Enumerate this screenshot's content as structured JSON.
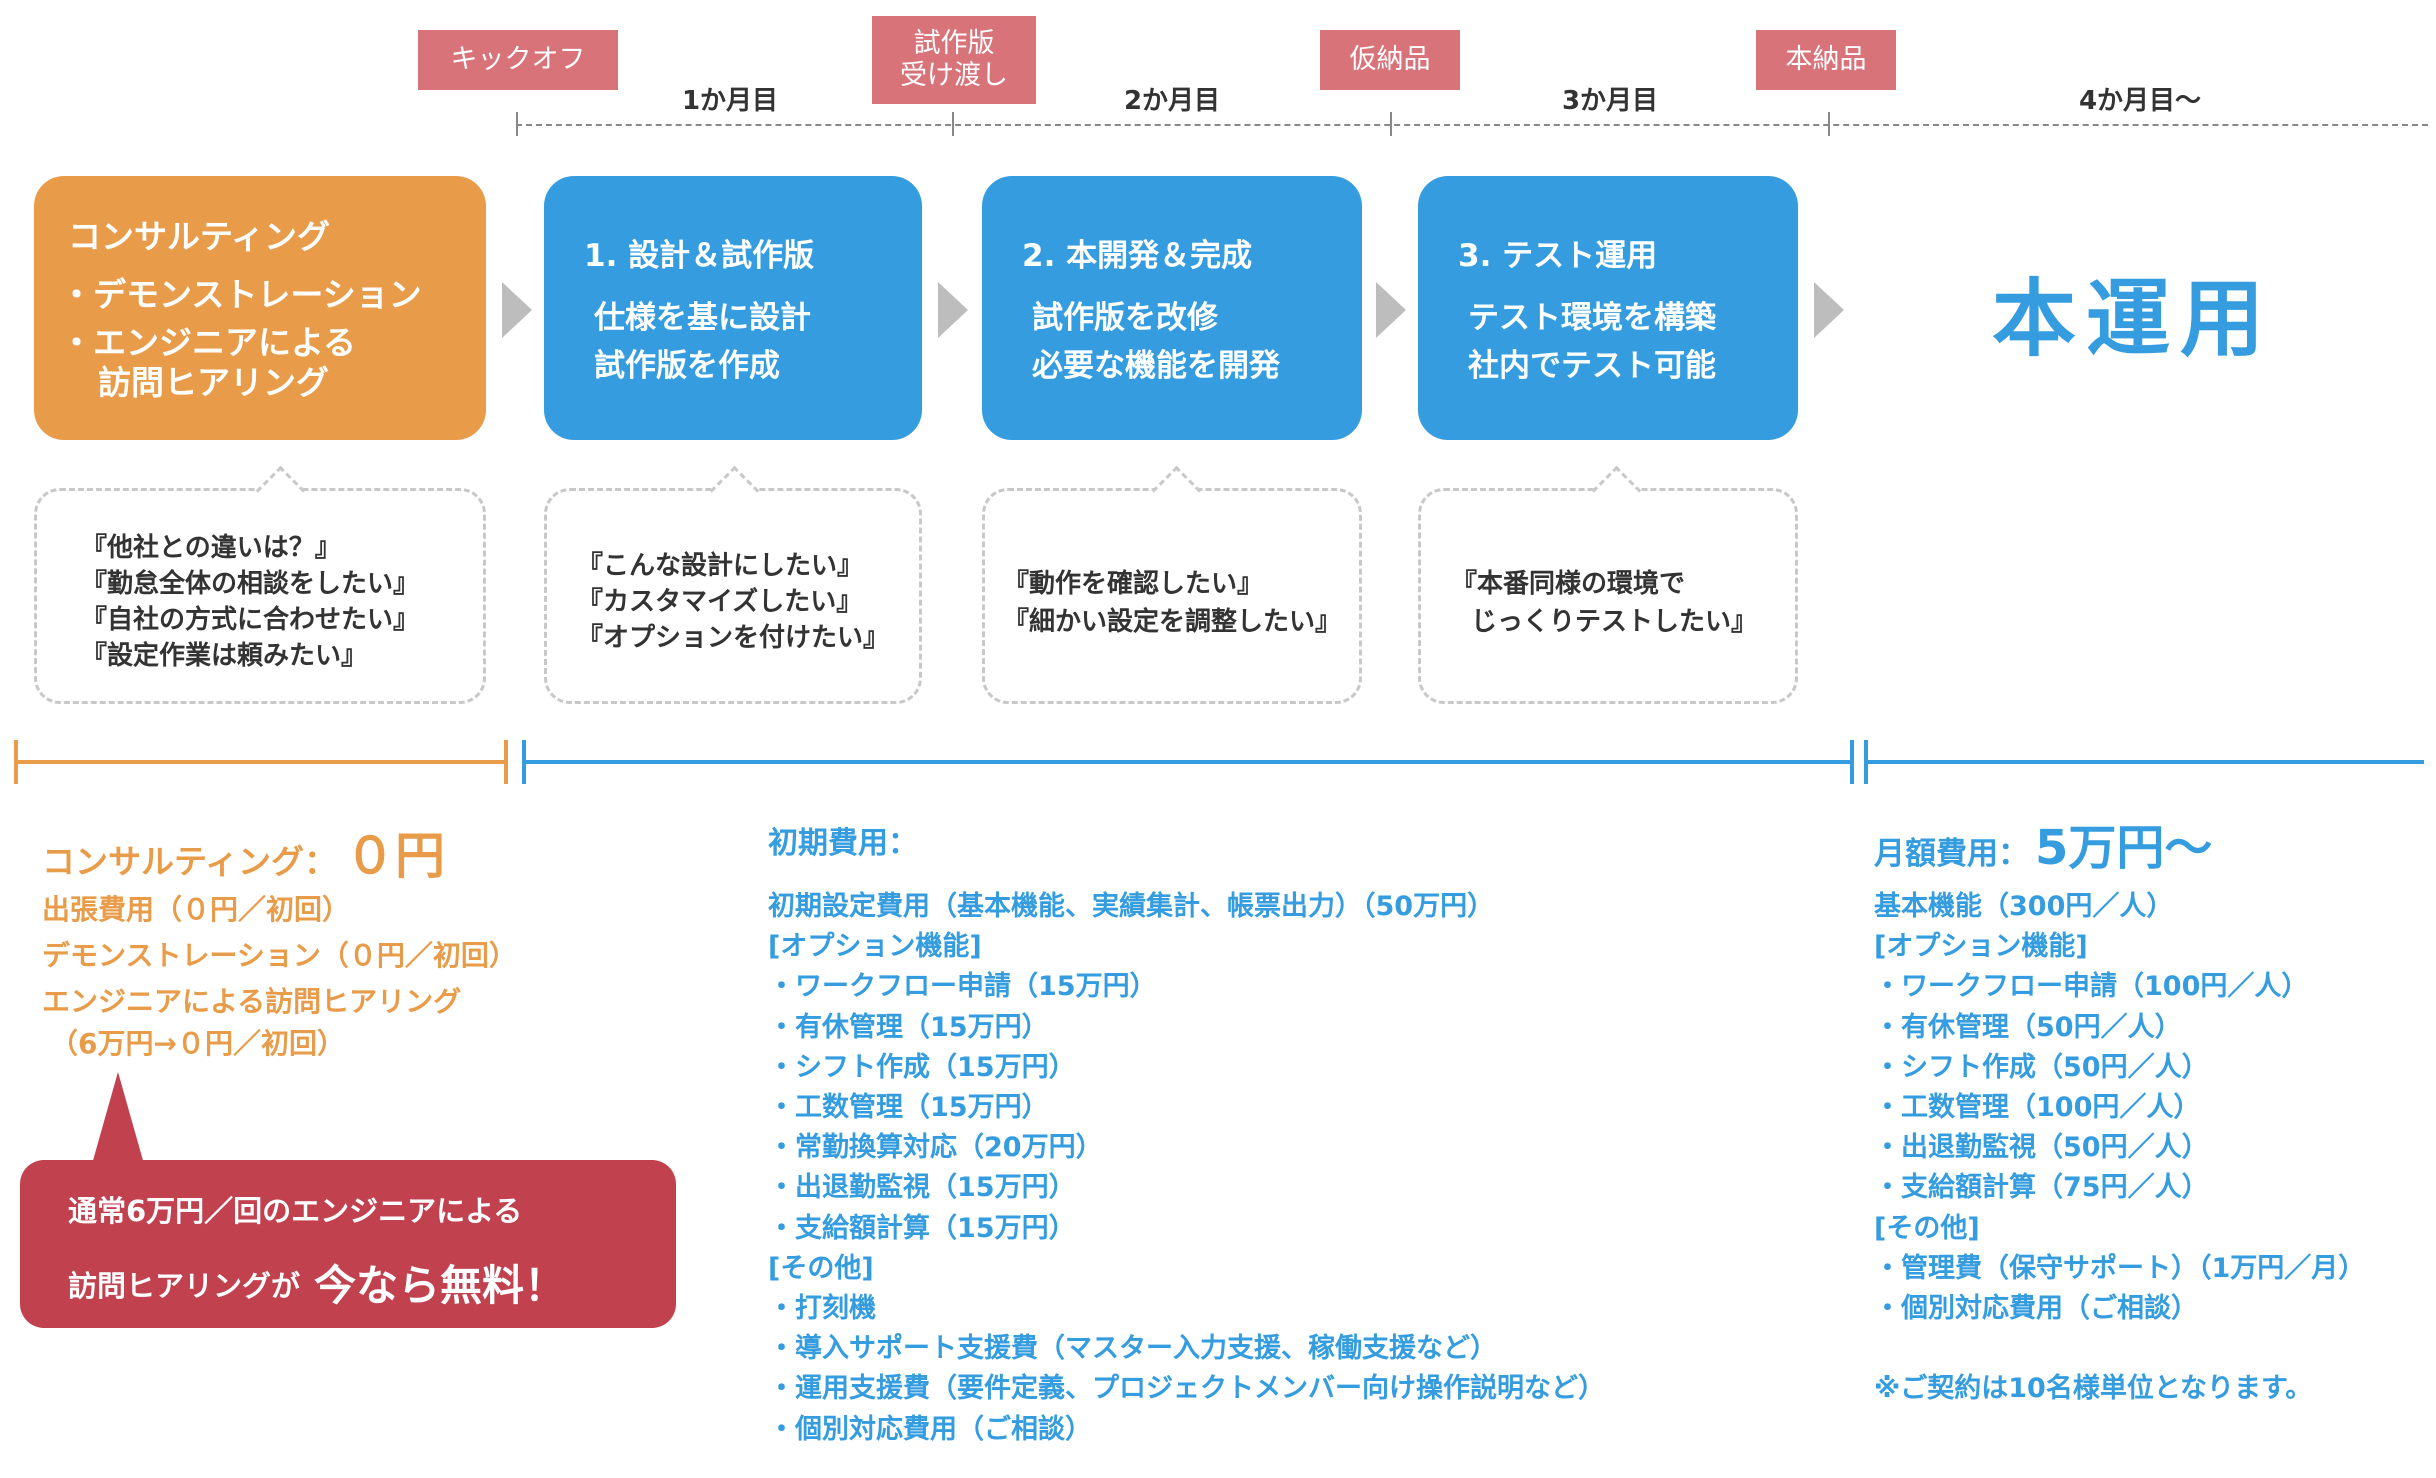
{
  "milestones": {
    "kickoff": "キックオフ",
    "prototype_l1": "試作版",
    "prototype_l2": "受け渡し",
    "provisional": "仮納品",
    "final": "本納品"
  },
  "months": {
    "m1": "1か月目",
    "m2": "2か月目",
    "m3": "3か月目",
    "m4": "4か月目～"
  },
  "phases": {
    "consulting": {
      "title": "コンサルティング",
      "line1": "・デモンストレーション",
      "line2": "・エンジニアによる",
      "line3": "訪問ヒアリング"
    },
    "design": {
      "title": "1. 設計＆試作版",
      "line1": "仕様を基に設計",
      "line2": "試作版を作成"
    },
    "develop": {
      "title": "2. 本開発＆完成",
      "line1": "試作版を改修",
      "line2": "必要な機能を開発"
    },
    "test": {
      "title": "3. テスト運用",
      "line1": "テスト環境を構築",
      "line2": "社内でテスト可能"
    },
    "production": "本運用"
  },
  "bubbles": {
    "consulting": [
      "『他社との違いは？』",
      "『勤怠全体の相談をしたい』",
      "『自社の方式に合わせたい』",
      "『設定作業は頼みたい』"
    ],
    "design": [
      "『こんな設計にしたい』",
      "『カスタマイズしたい』",
      "『オプションを付けたい』"
    ],
    "develop": [
      "『動作を確認したい』",
      "『細かい設定を調整したい』"
    ],
    "test": [
      "『本番同様の環境で",
      "じっくりテストしたい』"
    ]
  },
  "consulting_cost": {
    "label": "コンサルティング：",
    "amount": "０円",
    "items": [
      "出張費用（０円／初回）",
      "デモンストレーション（０円／初回）",
      "エンジニアによる訪問ヒアリング",
      "（6万円→０円／初回）"
    ]
  },
  "callout": {
    "line1": "通常6万円／回のエンジニアによる",
    "line2_a": "訪問ヒアリングが",
    "line2_b": "今なら無料！"
  },
  "initial_cost": {
    "label": "初期費用：",
    "lines": [
      "初期設定費用（基本機能、実績集計、帳票出力）（50万円）",
      "[オプション機能]",
      "・ワークフロー申請（15万円）",
      "・有休管理（15万円）",
      "・シフト作成（15万円）",
      "・工数管理（15万円）",
      "・常勤換算対応（20万円）",
      "・出退勤監視（15万円）",
      "・支給額計算（15万円）",
      "[その他]",
      "・打刻機",
      "・導入サポート支援費（マスター入力支援、稼働支援など）",
      "・運用支援費（要件定義、プロジェクトメンバー向け操作説明など）",
      "・個別対応費用（ご相談）"
    ]
  },
  "monthly_cost": {
    "label": "月額費用：",
    "amount": "5万円～",
    "lines": [
      "基本機能（300円／人）",
      "[オプション機能]",
      "・ワークフロー申請（100円／人）",
      "・有休管理（50円／人）",
      "・シフト作成（50円／人）",
      "・工数管理（100円／人）",
      "・出退勤監視（50円／人）",
      "・支給額計算（75円／人）",
      "[その他]",
      "・管理費（保守サポート）（1万円／月）",
      "・個別対応費用（ご相談）",
      "",
      "※ご契約は10名様単位となります。"
    ]
  },
  "colors": {
    "orange": "#e89c4a",
    "blue": "#359ddf",
    "milestone": "#d9737a",
    "callout": "#c1414f"
  }
}
